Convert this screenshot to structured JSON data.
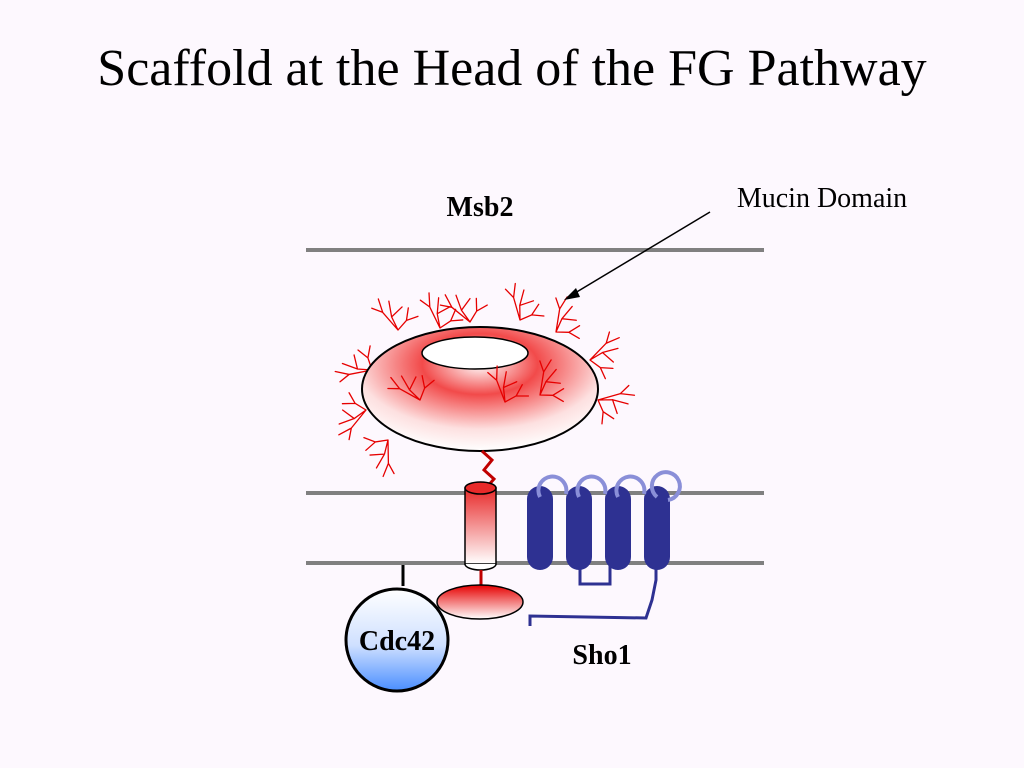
{
  "slide": {
    "title": "Scaffold at the Head of the FG Pathway"
  },
  "labels": {
    "msb2": "Msb2",
    "mucin_domain": "Mucin Domain",
    "sho1": "Sho1",
    "cdc42": "Cdc42"
  },
  "colors": {
    "membrane": "#808080",
    "msb2_red": "#e60000",
    "sho1_blue": "#2e3192",
    "sho1_loop_top": "#7a7fcf",
    "cdc42_blue": "#4a8eff"
  }
}
